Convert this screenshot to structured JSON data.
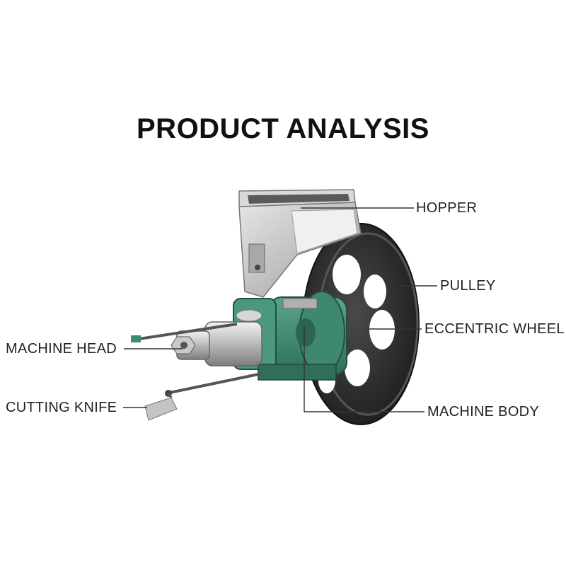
{
  "title": "PRODUCT ANALYSIS",
  "labels": {
    "hopper": "HOPPER",
    "pulley": "PULLEY",
    "eccentric_wheel": "ECCENTRIC WHEEL",
    "machine_head": "MACHINE HEAD",
    "cutting_knife": "CUTTING KNIFE",
    "machine_body": "MACHINE BODY"
  },
  "colors": {
    "body_green": "#3f8a72",
    "pulley_dark": "#2b2b2b",
    "steel": "#c8c8c8",
    "leader_line": "#333333"
  }
}
